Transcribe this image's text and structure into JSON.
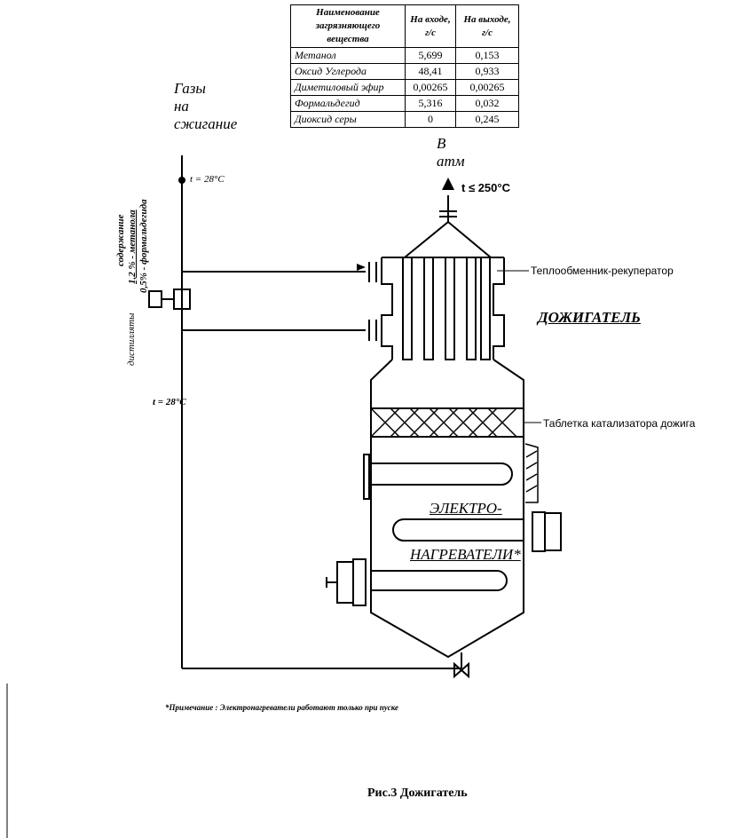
{
  "table": {
    "headers": [
      "Наименование загрязняющего вещества",
      "На входе, г/с",
      "На выходе, г/с"
    ],
    "rows": [
      {
        "name": "Метанол",
        "in": "5,699",
        "out": "0,153"
      },
      {
        "name": "Оксид Углерода",
        "in": "48,41",
        "out": "0,933"
      },
      {
        "name": "Диметиловый эфир",
        "in": "0,00265",
        "out": "0,00265"
      },
      {
        "name": "Формальдегид",
        "in": "5,316",
        "out": "0,032"
      },
      {
        "name": "Диоксид серы",
        "in": "0",
        "out": "0,245"
      }
    ]
  },
  "labels": {
    "gases_line1": "Газы",
    "gases_line2": "на",
    "gases_line3": "сжигание",
    "to_atm_line1": "В",
    "to_atm_line2": "атм",
    "exhaust_temp": "t ≤ 250°C",
    "temp_top": "t = 28°C",
    "temp_bottom": "t = 28°C",
    "recuperator": "Теплообменник-рекуператор",
    "afterburner": "ДОЖИГАТЕЛЬ",
    "catalyst": "Таблетка катализатора дожига",
    "heaters_line1": "ЭЛЕКТРО-",
    "heaters_line2": "НАГРЕВАТЕЛИ*",
    "vertical_line1": "содержание",
    "vertical_line2": "1,2 % - метанола",
    "vertical_line3": "0,5% - формальдегида",
    "vertical_left": "дистилляты",
    "note": "*Примечание : Электронагреватели работают только при пуске",
    "caption": "Рис.3 Дожигатель"
  },
  "icons": {
    "analyzer": "analyzer-box-icon",
    "valve": "valve-icon",
    "arrow_up": "arrow-up-icon"
  }
}
